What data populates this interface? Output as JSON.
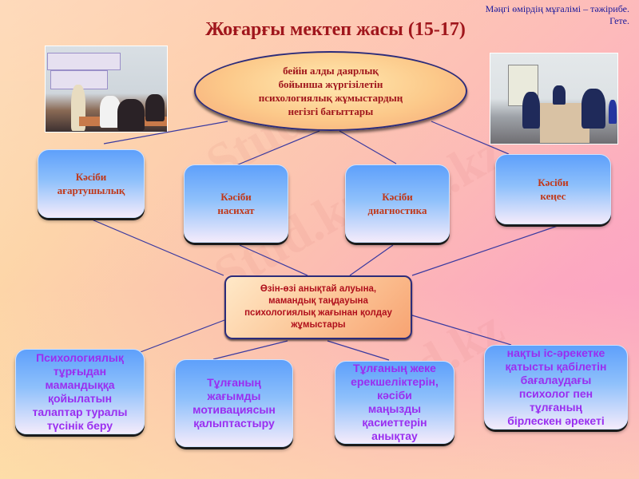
{
  "header": {
    "quote_line1": "Мәңгі өмірдің мұғалімі – тәжірибе.",
    "quote_line2": "Гете.",
    "title": "Жоғарғы мектеп жасы (15-17)"
  },
  "photos": {
    "left": "classroom-teacher-students-photo",
    "right": "psychologist-meeting-table-photo"
  },
  "watermark": "Stud.kz",
  "diagram": {
    "root": "бейін алды даярлық\nбойынша жүргізілетін\nпсихологиялық жұмыстардың\nнегізгі бағыттары",
    "directions": [
      "Кәсіби\nағартушылық",
      "Кәсіби\nнасихат",
      "Кәсіби\nдиагностика",
      "Кәсіби\nкеңес"
    ],
    "center": "Өзін-өзі анықтай алуына,\nмамандық таңдауына\nпсихологиялық жағынан қолдау\nжұмыстары",
    "outcomes": [
      "Психологиялық\nтұрғыдан\nмамандыққа\nқойылатын\nталаптар туралы\nтүсінік беру",
      "Тұлғаның\nжағымды\nмотивациясын\nқалыптастыру",
      "Тұлғаның жеке\nерекшеліктерін,\nкәсіби\nмаңызды\nқасиеттерін\nанықтау",
      "нақты іс-әрекетке\nқатысты қабілетін\nбағалаудағы\nпсихолог пен\nтұлғаның\nбірлескен әрекеті"
    ]
  },
  "colors": {
    "title": "#a0161c",
    "quote": "#1a1a9c",
    "connector": "#3a3aa0",
    "top_box_text": "#c0391b",
    "bottom_box_text": "#9a2ef0",
    "box_gradient_top": "#5ea0fb",
    "box_gradient_bottom": "#f4ebfb"
  }
}
